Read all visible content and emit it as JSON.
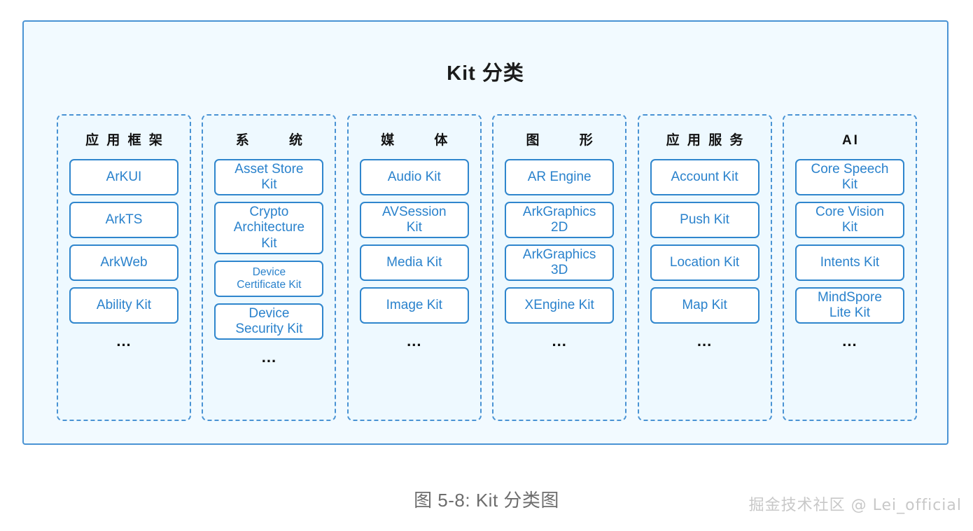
{
  "diagram": {
    "title": "Kit 分类",
    "ellipsis": "...",
    "colors": {
      "frame_border": "#4a93d4",
      "frame_fill": "#f2faff",
      "column_border": "#4a93d4",
      "column_fill": "#eef9ff",
      "box_border": "#2f86cd",
      "box_fill": "#ffffff",
      "box_text": "#2a82cc",
      "header_text": "#121212",
      "caption_text": "#6d6d6d",
      "watermark_text": "#c8c8c8"
    },
    "columns": [
      {
        "header": "应 用 框 架",
        "kits": [
          {
            "label": "ArKUI"
          },
          {
            "label": "ArkTS"
          },
          {
            "label": "ArkWeb"
          },
          {
            "label": "Ability Kit"
          }
        ],
        "more": "..."
      },
      {
        "header": "系 统",
        "kits": [
          {
            "label": "Asset Store\nKit"
          },
          {
            "label": "Crypto\nArchitecture\nKit"
          },
          {
            "label": "Device\nCertificate Kit"
          },
          {
            "label": "Device\nSecurity Kit"
          }
        ],
        "more": "..."
      },
      {
        "header": "媒 体",
        "kits": [
          {
            "label": "Audio Kit"
          },
          {
            "label": "AVSession\nKit"
          },
          {
            "label": "Media Kit"
          },
          {
            "label": "Image Kit"
          }
        ],
        "more": "..."
      },
      {
        "header": "图 形",
        "kits": [
          {
            "label": "AR Engine"
          },
          {
            "label": "ArkGraphics\n2D"
          },
          {
            "label": "ArkGraphics\n3D"
          },
          {
            "label": "XEngine Kit"
          }
        ],
        "more": "..."
      },
      {
        "header": "应 用 服 务",
        "kits": [
          {
            "label": "Account Kit"
          },
          {
            "label": "Push Kit"
          },
          {
            "label": "Location Kit"
          },
          {
            "label": "Map Kit"
          }
        ],
        "more": "..."
      },
      {
        "header": "AI",
        "kits": [
          {
            "label": "Core Speech\nKit"
          },
          {
            "label": "Core Vision\nKit"
          },
          {
            "label": "Intents Kit"
          },
          {
            "label": "MindSpore\nLite Kit"
          }
        ],
        "more": "..."
      }
    ]
  },
  "caption": "图 5-8: Kit 分类图",
  "watermark": "掘金技术社区 @ Lei_official"
}
